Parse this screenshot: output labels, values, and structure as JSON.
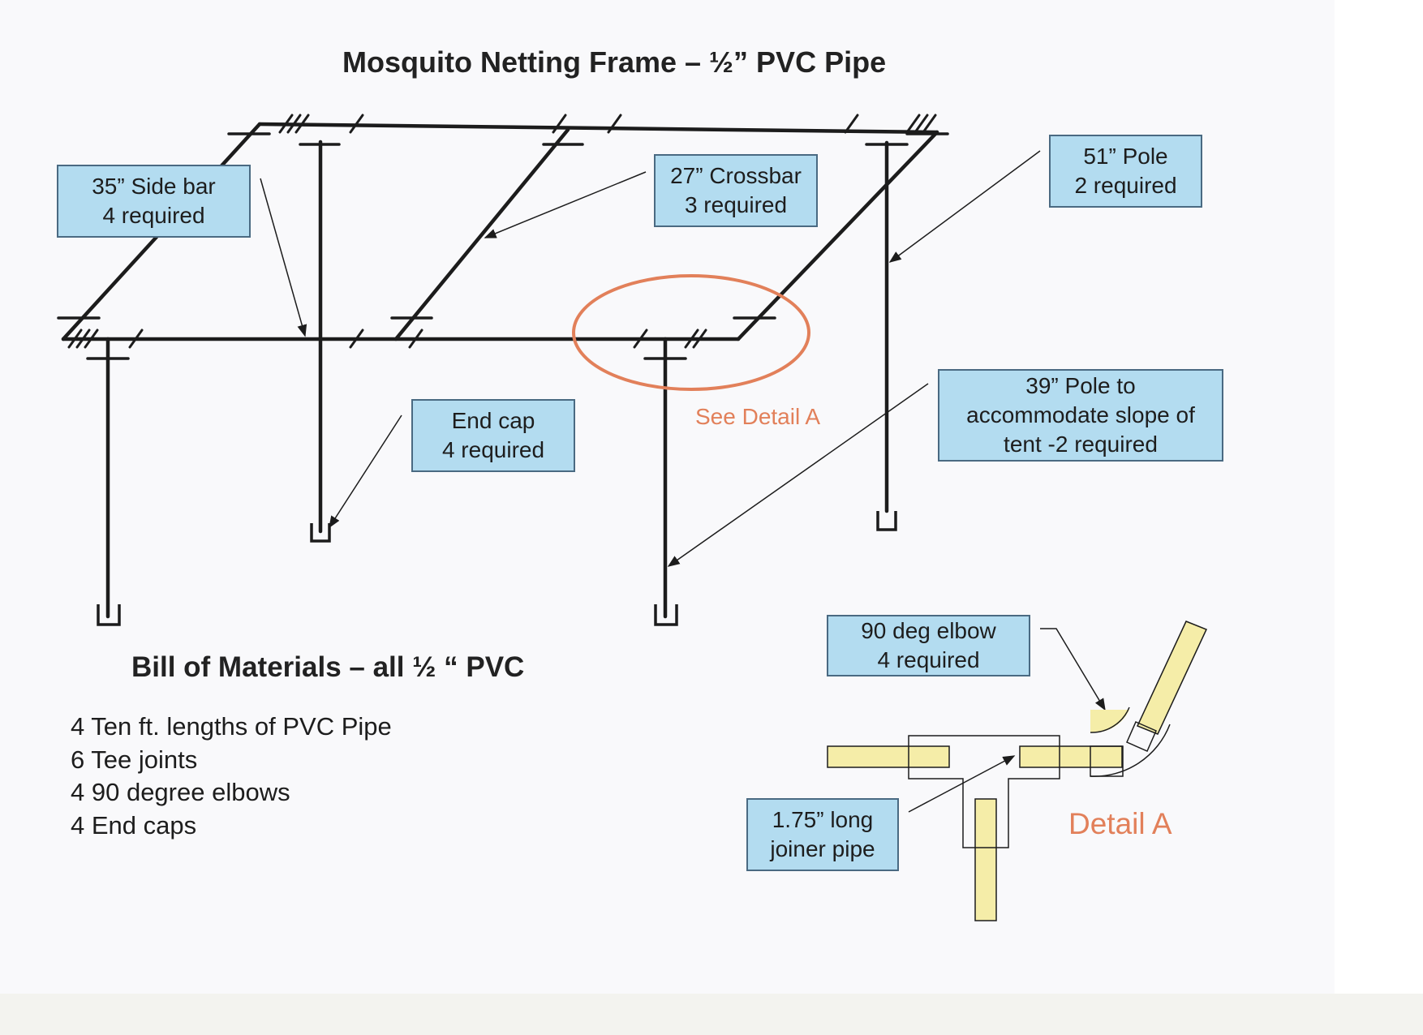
{
  "title": "Mosquito Netting Frame – ½” PVC Pipe",
  "callouts": {
    "side_bar": [
      "35” Side bar",
      "4 required"
    ],
    "crossbar": [
      "27” Crossbar",
      "3 required"
    ],
    "pole_51": [
      "51” Pole",
      "2 required"
    ],
    "end_cap": [
      "End cap",
      "4 required"
    ],
    "pole_39": [
      "39” Pole to",
      "accommodate slope of",
      "tent -2 required"
    ],
    "elbow": [
      "90 deg elbow",
      "4 required"
    ],
    "joiner": [
      "1.75” long",
      "joiner pipe"
    ]
  },
  "see_detail": "See Detail A",
  "detail_label": "Detail A",
  "bill_of_materials": {
    "title": "Bill of Materials – all ½ “ PVC",
    "items": [
      "4 Ten ft. lengths of PVC Pipe",
      "6 Tee joints",
      "4 90 degree elbows",
      "4 End caps"
    ]
  },
  "colors": {
    "label_fill": "#b3dcf0",
    "label_border": "#4a6a82",
    "highlight": "#e2805a",
    "pipe_fill": "#f5eda8",
    "line": "#1c1c1c"
  }
}
